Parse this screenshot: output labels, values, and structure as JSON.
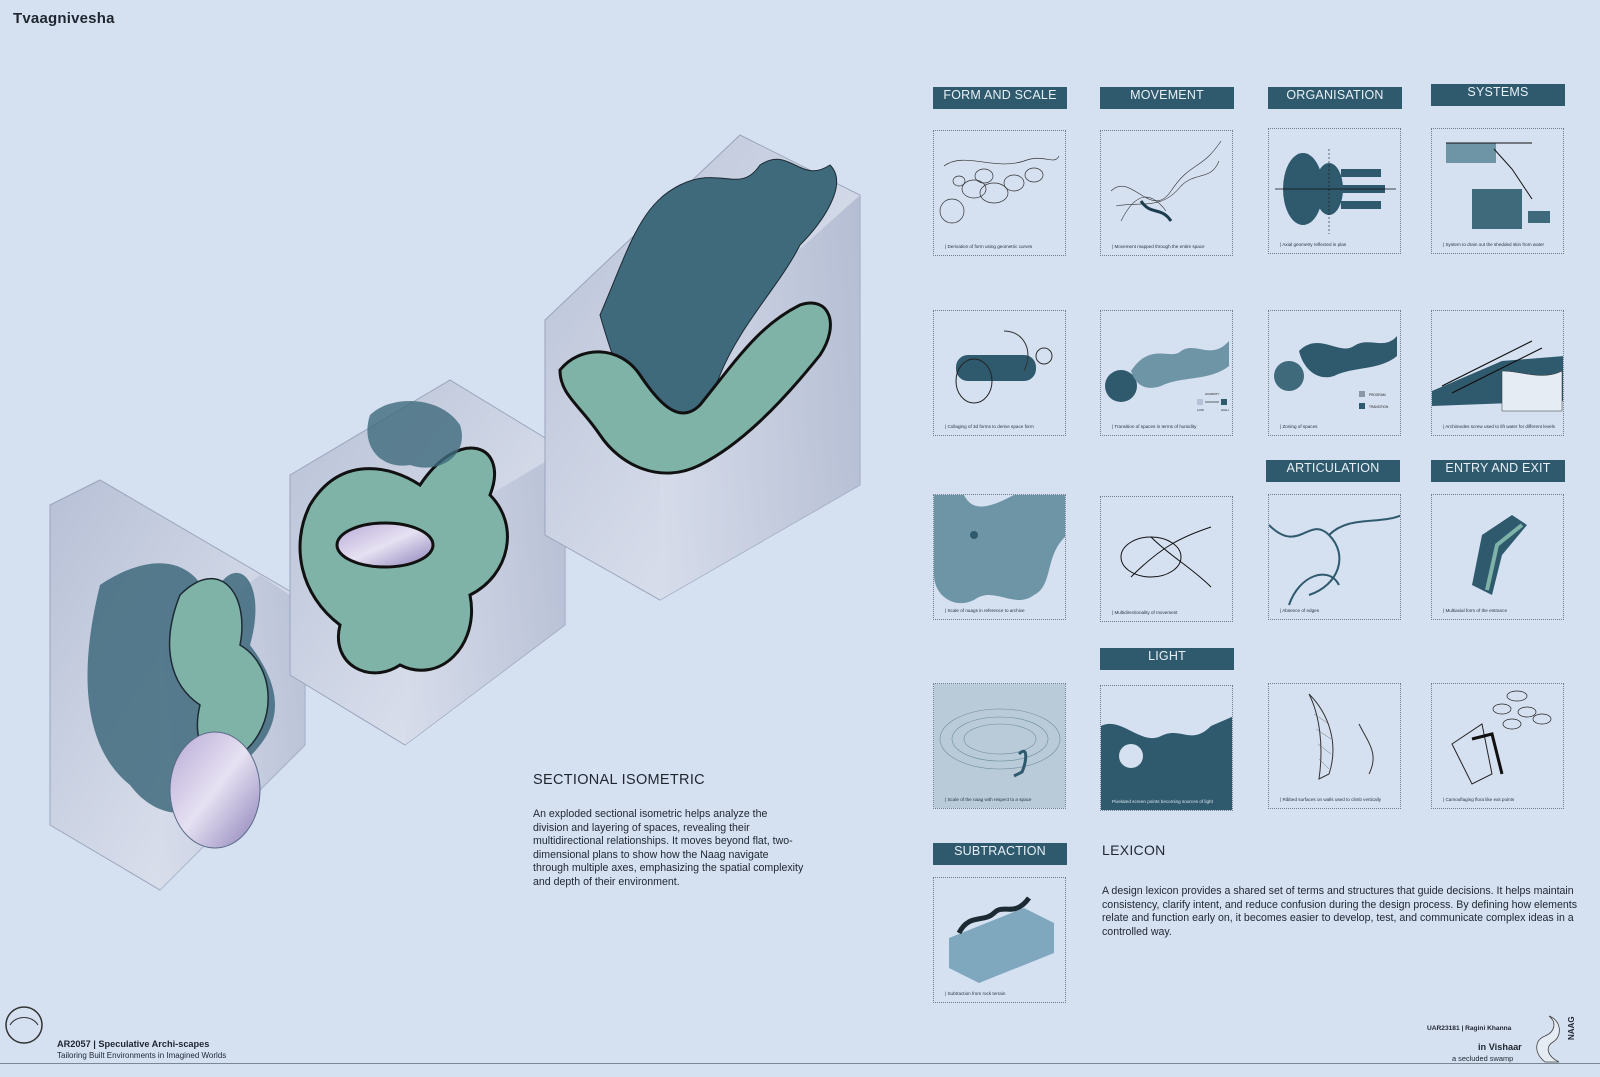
{
  "title": "Tvaagnivesha",
  "sectional": {
    "heading": "SECTIONAL ISOMETRIC",
    "body": "An exploded sectional isometric helps analyze the division and layering of spaces, revealing their multidirectional relationships. It moves beyond flat, two-dimensional plans to show how the Naag navigate through multiple axes, emphasizing the spatial complexity and depth of their environment."
  },
  "headers": {
    "form_and_scale": "FORM AND SCALE",
    "movement": "MOVEMENT",
    "organisation": "ORGANISATION",
    "systems": "SYSTEMS",
    "articulation": "ARTICULATION",
    "entry_and_exit": "ENTRY AND EXIT",
    "light": "LIGHT",
    "subtraction": "SUBTRACTION"
  },
  "cards": {
    "form1": "| Derivation of form using geometric curves",
    "move1": "| Movement mapped through the entire space",
    "org1": "| Axial geometry reflected in plan",
    "sys1": "| System to drain out the shedded skin from water",
    "form2": "| Collaging of 3d forms to derive space form",
    "move2": "| Transition of spaces in terms of humidity",
    "move2_legend_top": "HUMIDITY",
    "move2_legend_low": "LOW",
    "move2_legend_high": "HIGH",
    "org2": "|  Zoning of spaces",
    "org2_legend_program": "PROGRAM",
    "org2_legend_transition": "TRANSITION",
    "sys2": "| Archimedes screw used to lift water for different levels",
    "form3": "| Scale of naags in reference to archive",
    "move3": "| Multidirectionality of movement",
    "art1": "| Absence of edges",
    "entry1": "| Multiaxial form of the entrance",
    "form4": "| Scale of the naag with respect to a space",
    "light1": "Pixelated screen points becoming sources of light",
    "art2": "| Ribbed surfaces on walls used to climb vertically",
    "entry2": "| Camouflaging flora like exit points",
    "sub1": "| Subtraction from rock terrain"
  },
  "lexicon": {
    "heading": "LEXICON",
    "body": "A design lexicon provides a shared set of terms and structures that guide decisions. It helps maintain consistency, clarify intent, and reduce confusion during the design process. By defining how elements relate and function early on, it becomes easier to develop, test, and communicate complex ideas in a controlled way."
  },
  "footer": {
    "course": "AR2057 | Speculative Archi-scapes",
    "course_sub": "Tailoring Built Environments in Imagined Worlds",
    "student": "UAR23181 | Ragini Khanna",
    "place": "in Vishaar",
    "place_sub": "a secluded swamp",
    "brand": "NAAG"
  },
  "colors": {
    "background": "#d5e0f1",
    "accent": "#2f5a6d",
    "teal_light": "#7fb3a8",
    "block_face": "#c8cfe0"
  }
}
